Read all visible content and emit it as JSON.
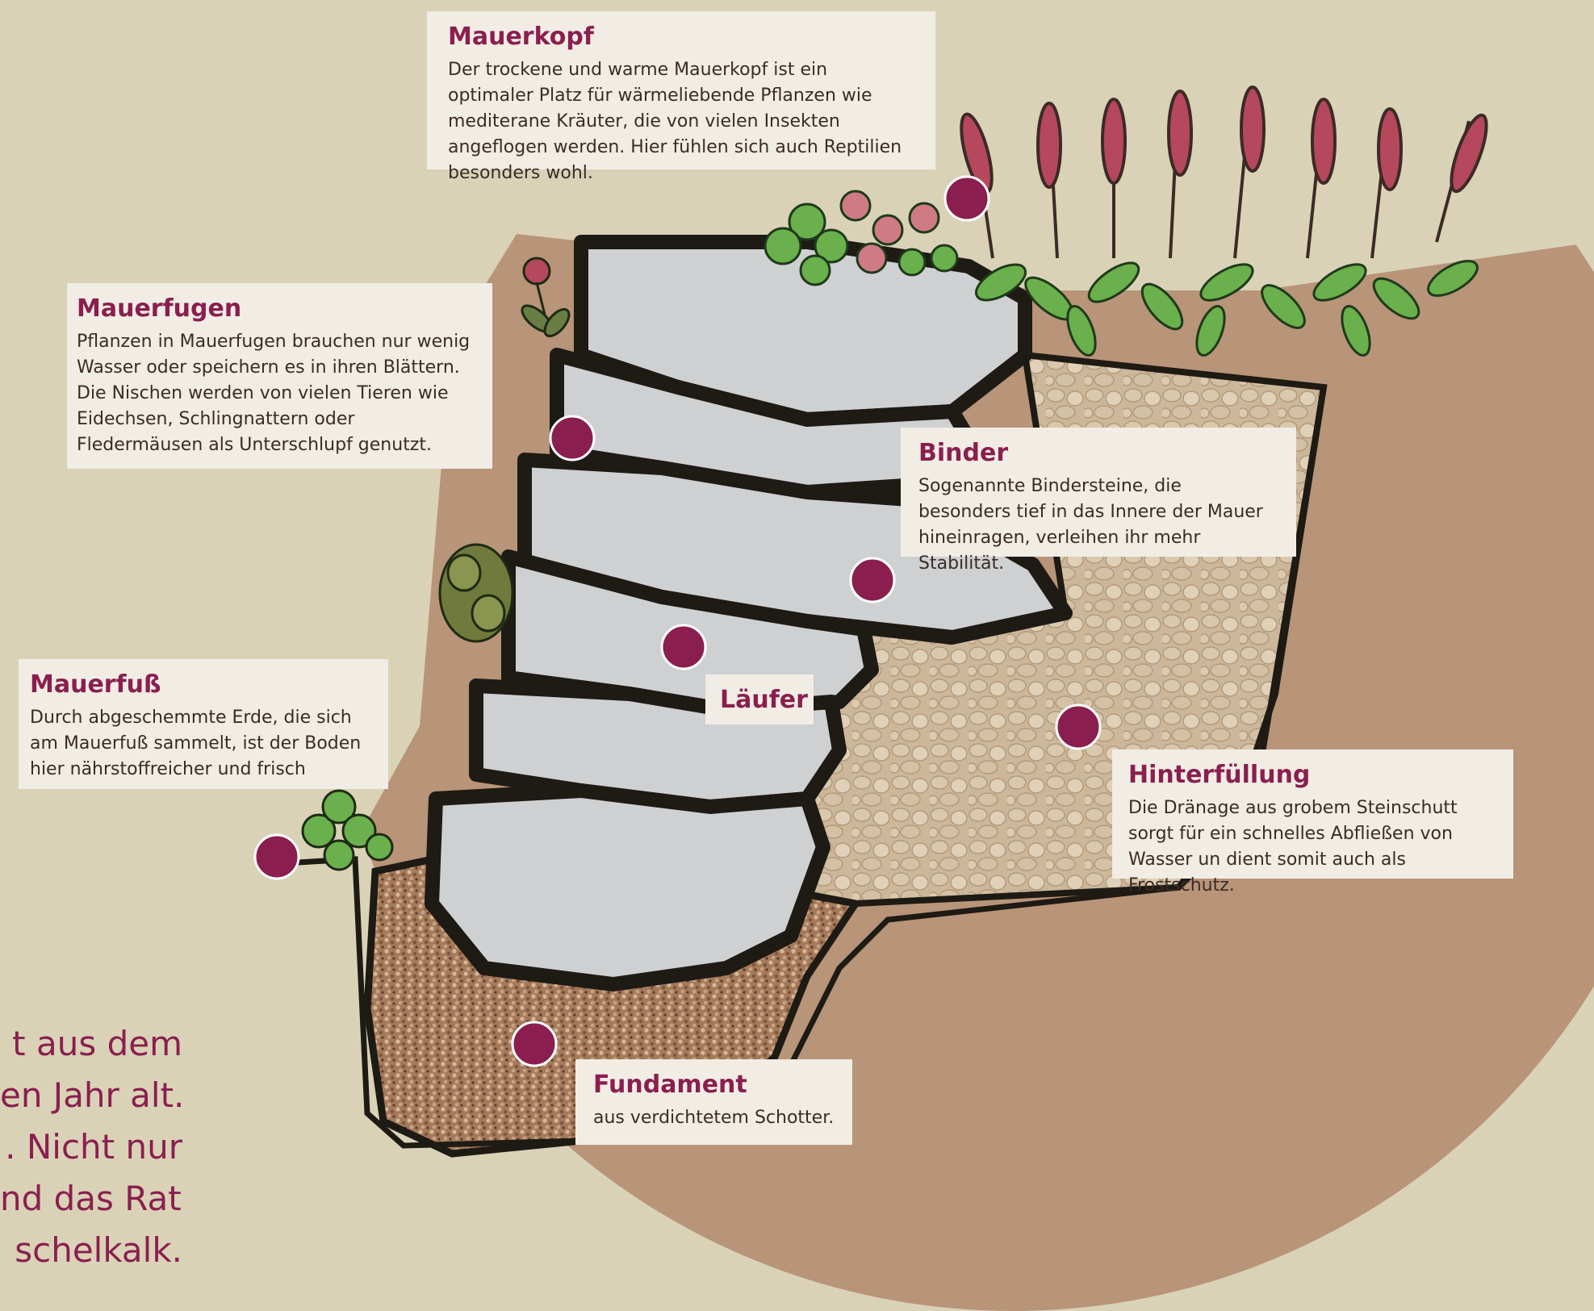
{
  "colors": {
    "background": "#dad2b7",
    "earth": "#b89478",
    "stone": "#cfd0d2",
    "mortar": "#1e1a14",
    "marker": "#8a1f4f",
    "label_bg": "#f1ede4",
    "leaf": "#6ab04c",
    "flower": "#b5485d",
    "gravel": "#a47a5a",
    "drainage": "#cdb79a"
  },
  "labels": {
    "mauerkopf": {
      "title": "Mauerkopf",
      "text": "Der trockene und warme Mauerkopf ist ein optimaler Platz für wärmeliebende Pflanzen wie mediterane Kräuter, die von vielen Insekten angeflogen werden. Hier fühlen sich auch Reptilien besonders wohl."
    },
    "mauerfugen": {
      "title": "Mauerfugen",
      "text": "Pflanzen in Mauerfugen brauchen nur wenig Wasser oder speichern es in ihren Blättern. Die Nischen werden von vielen Tieren wie Eidechsen, Schlingnattern oder Fledermäusen als Unterschlupf genutzt."
    },
    "binder": {
      "title": "Binder",
      "text": "Sogenannte Bindersteine, die besonders tief in das Innere der Mauer hineinragen, verleihen ihr mehr Stabilität."
    },
    "laeufer": {
      "title": "Läufer"
    },
    "mauerfuss": {
      "title": "Mauerfuß",
      "text": "Durch abgeschemmte Erde, die sich am Mauerfuß sammelt, ist der Boden hier nährstoffreicher und frisch"
    },
    "hinterfuellung": {
      "title": "Hinterfüllung",
      "text": "Die Dränage aus grobem Steinschutt sorgt für ein schnelles Abfließen von Wasser un dient somit auch als Frostschutz."
    },
    "fundament": {
      "title": "Fundament",
      "text": "aus verdichtetem Schotter."
    }
  },
  "side_text": {
    "lines": [
      "t aus dem",
      "en Jahr alt.",
      ". Nicht nur",
      "nd das Rat-",
      "schelkalk."
    ]
  }
}
